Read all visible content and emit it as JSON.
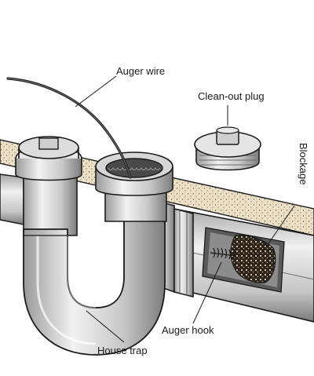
{
  "labels": {
    "auger_wire": "Auger wire",
    "clean_out_plug": "Clean-out plug",
    "blockage": "Blockage",
    "auger_hook": "Auger hook",
    "house_trap": "House trap"
  },
  "colors": {
    "ink": "#1a1a1a",
    "metal_light": "#e6e6e6",
    "metal_mid": "#bdbdbd",
    "metal_dark": "#8a8a8a",
    "soil": "#e8dcc2",
    "blockage": "#3a2a1a"
  }
}
